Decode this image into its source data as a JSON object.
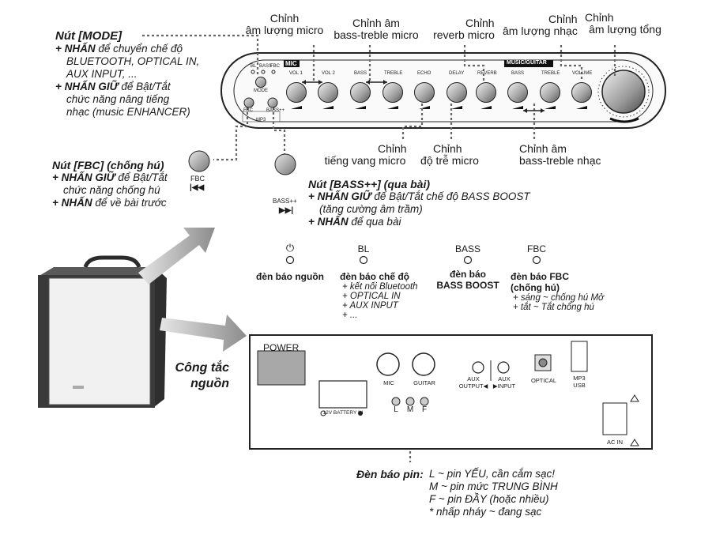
{
  "top_panel": {
    "mic_tag": "MIC",
    "music_tag": "MUSIC/GUITAR",
    "led_labels": [
      "BL",
      "BASS",
      "FBC"
    ],
    "mode_label": "MODE",
    "fbc_small": "FBC",
    "bass_small": "BASS++",
    "mp3_small": "MP3",
    "knob_labels": [
      "VOL 1",
      "VOL 2",
      "BASS",
      "TREBLE",
      "ECHO",
      "DELAY",
      "REVERB",
      "BASS",
      "TREBLE",
      "VOLUME"
    ]
  },
  "callouts": {
    "mic_volume": [
      "Chỉnh",
      "âm lượng micro"
    ],
    "mic_bass_treble": [
      "Chỉnh âm",
      "bass-treble micro"
    ],
    "reverb": [
      "Chỉnh",
      "reverb micro"
    ],
    "music_volume": [
      "Chỉnh",
      "âm lượng nhạc"
    ],
    "master_volume": [
      "Chỉnh",
      "âm lượng tổng"
    ],
    "echo": [
      "Chỉnh",
      "tiếng vang micro"
    ],
    "delay": [
      "Chỉnh",
      "độ trễ micro"
    ],
    "music_bass_treble": [
      "Chỉnh âm",
      "bass-treble nhạc"
    ]
  },
  "mode_note": {
    "title": "Nút [MODE]",
    "lines": [
      {
        "bullet": "+ NHẤN",
        "text": " để chuyển chế độ"
      },
      {
        "bullet": "",
        "text": "BLUETOOTH, OPTICAL IN,"
      },
      {
        "bullet": "",
        "text": "AUX INPUT, ..."
      },
      {
        "bullet": "+ NHẤN GIỮ",
        "text": " để Bật/Tắt"
      },
      {
        "bullet": "",
        "text": "chức năng nâng tiếng"
      },
      {
        "bullet": "",
        "text": "nhạc (music ENHANCER)"
      }
    ]
  },
  "fbc_note": {
    "title": "Nút [FBC] (chống hú)",
    "lines": [
      {
        "bullet": "+ NHẤN GIỮ",
        "text": " để Bật/Tắt"
      },
      {
        "bullet": "",
        "text": "chức năng chống hú"
      },
      {
        "bullet": "+ NHẤN",
        "text": " để về bài trước"
      }
    ],
    "button_label": "FBC",
    "button_icon": "|◀◀"
  },
  "bass_note": {
    "title": "Nút [BASS++] (qua bài)",
    "lines": [
      {
        "bullet": "+ NHẤN GIỮ",
        "text": " để Bật/Tắt chế độ BASS BOOST"
      },
      {
        "bullet": "",
        "text": "(tăng cường âm trầm)"
      },
      {
        "bullet": "+ NHẤN",
        "text": " để qua bài"
      }
    ],
    "button_label": "BASS++",
    "button_icon": "▶▶|"
  },
  "indicators": {
    "power": {
      "symbol": "⏻",
      "title": "đèn báo nguồn"
    },
    "bl": {
      "symbol": "BL",
      "title": "đèn báo chế độ",
      "items": [
        "+ kết nối Bluetooth",
        "+ OPTICAL IN",
        "+ AUX INPUT",
        "+ ..."
      ]
    },
    "bass": {
      "symbol": "BASS",
      "title1": "đèn báo",
      "title2": "BASS BOOST"
    },
    "fbc": {
      "symbol": "FBC",
      "title1": "đèn báo FBC",
      "title2": "(chống hú)",
      "items": [
        "+ sáng ~ chống hú Mở",
        "+ tắt ~ Tắt chống hú"
      ]
    }
  },
  "back_panel": {
    "power": "POWER",
    "battery": "12V BATTERY IN",
    "mic": "MIC",
    "guitar": "GUITAR",
    "aux_out": [
      "AUX",
      "OUTPUT◀"
    ],
    "aux_in": [
      "AUX",
      "▶INPUT"
    ],
    "optical": "OPTICAL",
    "mp3": [
      "MP3",
      "USB"
    ],
    "ac_in": "AC IN",
    "leds": [
      "L",
      "M",
      "F"
    ]
  },
  "power_switch_label": [
    "Công tắc",
    "nguồn"
  ],
  "battery_note": {
    "title": "Đèn báo pin:",
    "lines": [
      "L ~ pin YẾU, cần cắm sạc!",
      "M ~ pin mức TRUNG BÌNH",
      "F ~ pin ĐẦY (hoặc nhiều)",
      "* nhấp nháy ~ đang sạc"
    ]
  }
}
